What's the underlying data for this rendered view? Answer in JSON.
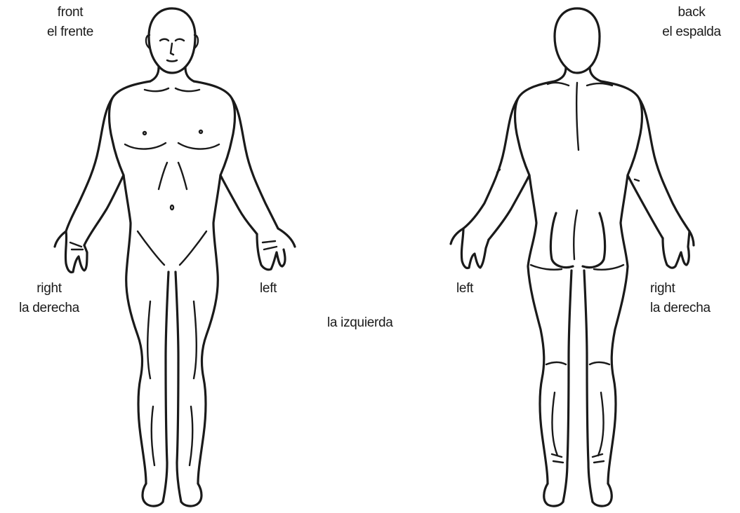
{
  "front": {
    "label_en": "front",
    "label_es": "el frente"
  },
  "back": {
    "label_en": "back",
    "label_es": "el espalda"
  },
  "front_side_labels": {
    "right_en": "right",
    "right_es": "la derecha",
    "left_en": "left"
  },
  "center_label": "la izquierda",
  "back_side_labels": {
    "left_en": "left",
    "right_en": "right",
    "right_es": "la derecha"
  }
}
